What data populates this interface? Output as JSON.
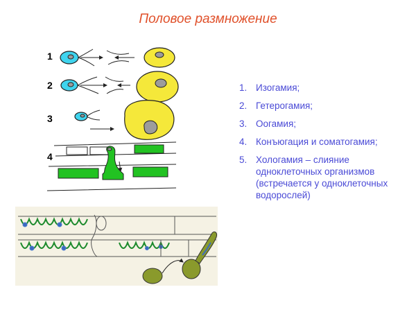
{
  "title": "Половое размножение",
  "diagram": {
    "row_labels": [
      "1",
      "2",
      "3",
      "4"
    ],
    "colors": {
      "cyan_gamete": "#3fd4ee",
      "yellow_gamete": "#f5e83a",
      "nucleus": "#9c9c9c",
      "green_cell": "#22c222",
      "micro_bg": "#f5f2e4",
      "zygote": "#8a9a2c"
    }
  },
  "list_items": [
    {
      "num": "1.",
      "text": "Изогамия;"
    },
    {
      "num": "2.",
      "text": "Гетерогамия;"
    },
    {
      "num": "3.",
      "text": "Оогамия;"
    },
    {
      "num": "4.",
      "text": "Конъюгация и соматогамия;"
    },
    {
      "num": "5.",
      "text": "Хологамия – слияние одноклеточных организмов (встречается у одноклеточных водорослей)"
    }
  ]
}
